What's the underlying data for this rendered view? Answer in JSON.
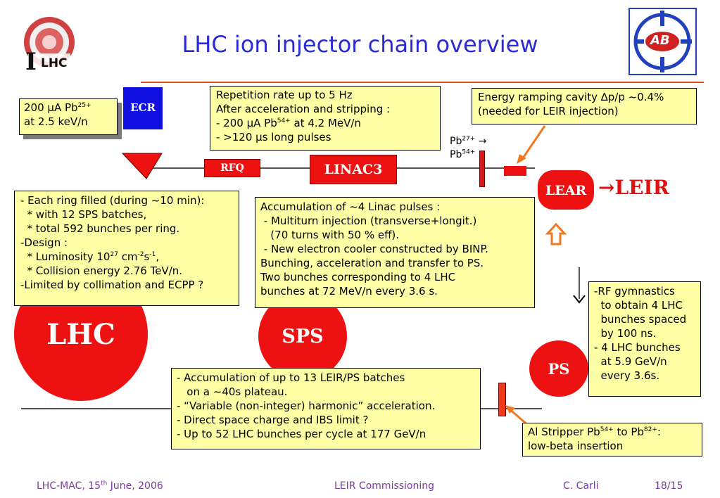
{
  "title": "LHC ion injector chain overview",
  "logos": {
    "left_text": "LHC",
    "left_letter": "I",
    "right_text": "AB"
  },
  "components": {
    "ecr": "ECR",
    "rfq": "RFQ",
    "linac3": "LINAC3",
    "lear": "LEAR",
    "leir_label": "→LEIR",
    "lhc": "LHC",
    "sps": "SPS",
    "ps": "PS"
  },
  "source_note": {
    "line1": "200 μA Pb",
    "line1_sup": "25+",
    "line2": "at 2.5 keV/n"
  },
  "linac_note": {
    "line1": "Repetition rate up to 5 Hz",
    "line2": "After acceleration and stripping :",
    "line3a": "-  200 μA Pb",
    "line3_sup": "54+",
    "line3b": " at 4.2 MeV/n",
    "line4": "-  >120 μs long pulses"
  },
  "cavity_note": {
    "line1": "Energy ramping cavity ∆p/p ~0.4%",
    "line2": "(needed for LEIR injection)"
  },
  "stripper_label": {
    "a": "Pb",
    "a_sup": "27+",
    "arrow": " →",
    "b": "Pb",
    "b_sup": "54+"
  },
  "lhc_note": {
    "line1": "- Each ring filled (during ~10 min):",
    "line2": "  * with 12 SPS batches,",
    "line3": "  * total 592 bunches per ring.",
    "line4": "-Design :",
    "line5a": "  * Luminosity 10",
    "line5_sup1": "27",
    "line5b": " cm",
    "line5_sup2": "-2",
    "line5c": "s",
    "line5_sup3": "-1",
    "line5d": ",",
    "line6": "  * Collision energy 2.76 TeV/n.",
    "line7": "-Limited by collimation and ECPP ?"
  },
  "leir_note": {
    "line1": "Accumulation of ~4 Linac pulses :",
    "line2": " - Multiturn injection (transverse+longit.)",
    "line3": "   (70 turns with 50 % eff).",
    "line4": " - New electron cooler constructed by BINP.",
    "line5": "Bunching, acceleration and transfer to PS.",
    "line6": "Two bunches corresponding to 4 LHC",
    "line7": "bunches at 72 MeV/n every 3.6 s."
  },
  "ps_note": {
    "line1": "-RF gymnastics",
    "line2": "  to obtain 4 LHC",
    "line3": "  bunches spaced",
    "line4": "  by 100 ns.",
    "line5": "- 4 LHC bunches",
    "line6": "  at 5.9 GeV/n",
    "line7": "  every 3.6s."
  },
  "sps_note": {
    "line1": "- Accumulation of up to 13 LEIR/PS batches",
    "line2": "   on a ~40s plateau.",
    "line3": "- “Variable (non-integer) harmonic” acceleration.",
    "line4": "- Direct space charge and IBS limit ?",
    "line5": "- Up to 52 LHC bunches per cycle at 177 GeV/n"
  },
  "al_note": {
    "line1a": "Al Stripper Pb",
    "line1_sup1": "54+",
    "line1b": " to Pb",
    "line1_sup2": "82+",
    "line1c": ":",
    "line2": "low-beta insertion"
  },
  "footer": {
    "left": "LHC-MAC, 15",
    "left_sup": "th",
    "left_b": " June, 2006",
    "center": "LEIR Commissioning",
    "author": "C. Carli",
    "page": "18/15"
  },
  "colors": {
    "title": "#2b2bd6",
    "accent": "#e05020",
    "ring": "#ee1111",
    "note_bg": "#ffffa6",
    "ecr": "#1010e0",
    "footer": "#7a3ba0"
  }
}
